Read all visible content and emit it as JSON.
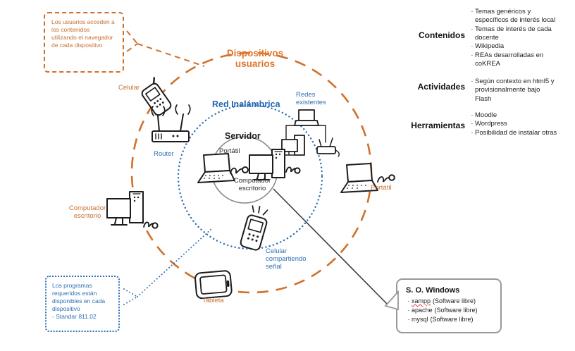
{
  "colors": {
    "orange": "#d0702b",
    "orange_title": "#e0772b",
    "blue": "#2e6fb5",
    "blue_title": "#2166b0",
    "gray_ring": "#8a8a8a",
    "sketch": "#1c1c1c",
    "connector_dark": "#3a3a3a"
  },
  "callouts": {
    "users_note": {
      "text": "Los usuarios acceden a los contenidos utilizando el navegador de cada dispositivo"
    },
    "programs_note": {
      "text": "Los programas requeridos están disponibles en cada dispositivo",
      "standard": "- Standar 811.02"
    },
    "windows_box": {
      "title": "S. O. Windows",
      "items": [
        {
          "name": "xampp",
          "desc": "(Software libre)"
        },
        {
          "name": "apache",
          "desc": "(Software libre)"
        },
        {
          "name": "mysql",
          "desc": "(Software libre)"
        }
      ]
    }
  },
  "diagram": {
    "rings": [
      {
        "id": "devices",
        "label": "Dispositivos usuarios"
      },
      {
        "id": "wireless",
        "label": "Red Inalámbrica"
      },
      {
        "id": "server",
        "label": "Servidor"
      }
    ],
    "nodes": [
      {
        "id": "celular",
        "label": "Celular"
      },
      {
        "id": "router",
        "label": "Router"
      },
      {
        "id": "redes-existentes",
        "label": "Redes existentes"
      },
      {
        "id": "portatil-servidor",
        "label": "Portátil"
      },
      {
        "id": "escritorio-servidor",
        "label": "Computador escritorio"
      },
      {
        "id": "escritorio-left",
        "label": "Computador escritorio"
      },
      {
        "id": "portatil-right",
        "label": "Portátil"
      },
      {
        "id": "celular-senal",
        "label": "Celular compartiendo señal"
      },
      {
        "id": "tableta",
        "label": "Tableta"
      }
    ]
  },
  "side_panel": {
    "sections": [
      {
        "title": "Contenidos",
        "items": [
          "Temas genéricos y específicos de interés local",
          "Temas de interés de cada docente",
          "Wikipedia",
          "REAs desarrolladas en coKREA"
        ]
      },
      {
        "title": "Actividades",
        "items": [
          "Según contexto en html5 y provisionalmente bajo Flash"
        ]
      },
      {
        "title": "Herramientas",
        "items": [
          "Moodle",
          "Wordpress",
          "Posibilidad de instalar otras"
        ]
      }
    ]
  }
}
